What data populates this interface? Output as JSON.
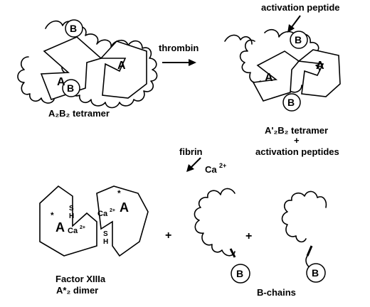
{
  "labels": {
    "a": "A",
    "b": "B",
    "a_star": "A",
    "star": "*",
    "ca2plus": "Ca",
    "ca_sup": "2+",
    "sh_s": "S",
    "sh_h": "H",
    "plus": "+"
  },
  "reaction1": {
    "enzyme": "thrombin"
  },
  "tetramer1": {
    "caption": "A₂B₂ tetramer"
  },
  "tetramer2": {
    "annotation": "activation peptide",
    "caption_line1": "A'₂B₂ tetramer",
    "caption_plus": "+",
    "caption_line2": "activation peptides"
  },
  "reaction2": {
    "cofactor1": "fibrin",
    "cofactor2": "Ca",
    "cofactor2_sup": "2+"
  },
  "dimer": {
    "caption_line1": "Factor XIIIa",
    "caption_line2": "A*₂ dimer"
  },
  "bchains": {
    "caption": "B-chains"
  },
  "colors": {
    "ink": "#000000",
    "paper": "#ffffff"
  }
}
